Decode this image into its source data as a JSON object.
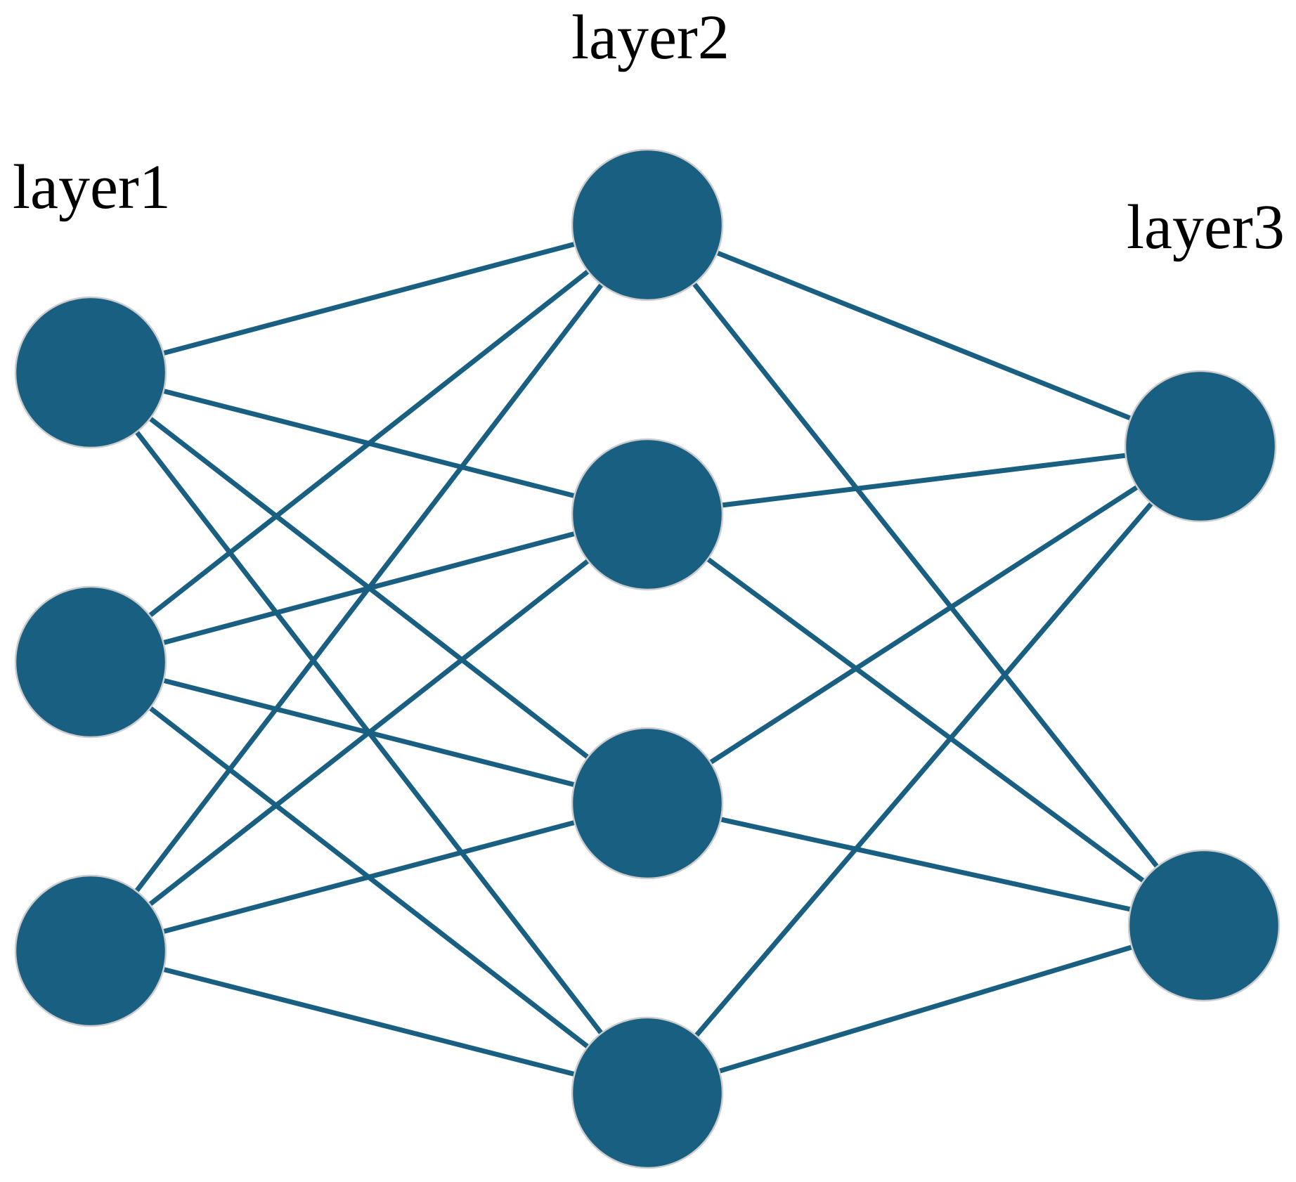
{
  "diagram": {
    "type": "neural-network",
    "colors": {
      "node_fill": "#185f81",
      "node_outline": "#cdcdcd",
      "edge": "#185f81",
      "label": "#000000",
      "background": "#ffffff"
    },
    "connectivity": "fully-connected between adjacent layers",
    "layers": [
      {
        "label": "layer1",
        "node_count": 3
      },
      {
        "label": "layer2",
        "node_count": 4
      },
      {
        "label": "layer3",
        "node_count": 2
      }
    ]
  }
}
